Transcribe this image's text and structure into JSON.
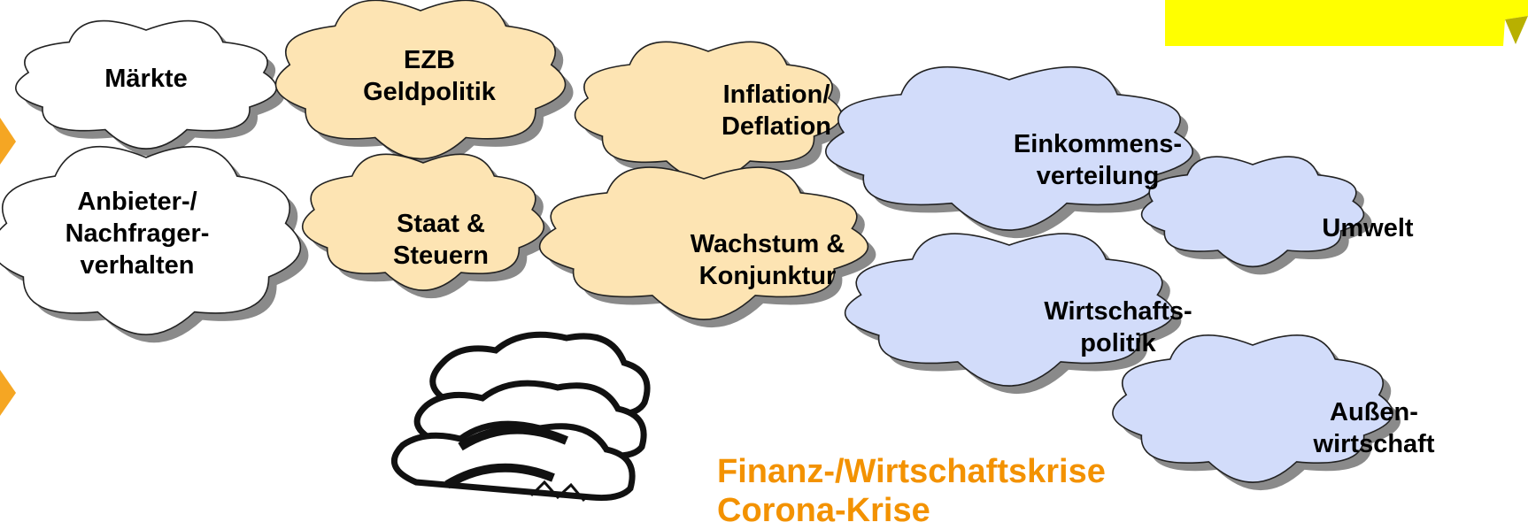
{
  "colors": {
    "white_cloud": "#ffffff",
    "orange_cloud": "#fde4b3",
    "blue_cloud": "#d2dcfa",
    "outline": "#222222",
    "shadow": "#8a8a8a",
    "accent_orange": "#f5a623",
    "crisis_text": "#f39200",
    "note_yellow": "#ffff00"
  },
  "clouds": [
    {
      "id": "maerkte",
      "fill": "white",
      "lines": [
        "Märkte"
      ]
    },
    {
      "id": "anbieter",
      "fill": "white",
      "lines": [
        "Anbieter-/",
        "Nachfrager-",
        "verhalten"
      ]
    },
    {
      "id": "ezb",
      "fill": "orange",
      "lines": [
        "EZB",
        "Geldpolitik"
      ]
    },
    {
      "id": "staat",
      "fill": "orange",
      "lines": [
        "Staat &",
        "Steuern"
      ]
    },
    {
      "id": "inflation",
      "fill": "orange",
      "lines": [
        "Inflation/",
        "Deflation"
      ]
    },
    {
      "id": "wachstum",
      "fill": "orange",
      "lines": [
        "Wachstum &",
        "Konjunktur"
      ]
    },
    {
      "id": "einkommen",
      "fill": "blue",
      "lines": [
        "Einkommens-",
        "verteilung"
      ]
    },
    {
      "id": "umwelt",
      "fill": "blue",
      "lines": [
        "Umwelt"
      ]
    },
    {
      "id": "wirtschaftspolitik",
      "fill": "blue",
      "lines": [
        "Wirtschafts-",
        "politik"
      ]
    },
    {
      "id": "aussen",
      "fill": "blue",
      "lines": [
        "Außen-",
        "wirtschaft"
      ]
    }
  ],
  "crisis": {
    "icon": "storm-cloud-icon",
    "line1": "Finanz-/Wirtschaftskrise",
    "line2": "Corona-Krise"
  },
  "decor": {
    "left_arrows": "arrow-right-icon",
    "note": "sticky-note-icon"
  }
}
